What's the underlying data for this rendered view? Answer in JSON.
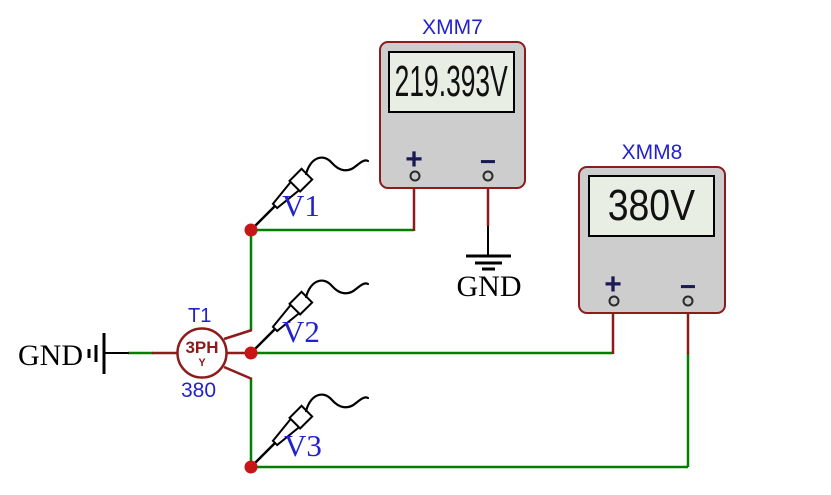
{
  "colors": {
    "wire-green": "#008000",
    "component-maroon": "#8e1b1b",
    "junction-red": "#c81616",
    "label-blue": "#2222cc",
    "terminal-navy": "#1a1a55",
    "instrument-body": "#cdcdcd",
    "display-bg": "#e9eee4"
  },
  "instruments": [
    {
      "label": "XMM7",
      "reading": "219.393V",
      "plus": "+",
      "minus": "−"
    },
    {
      "label": "XMM8",
      "reading": "380V",
      "plus": "+",
      "minus": "−"
    }
  ],
  "source": {
    "refdes": "T1",
    "type": "3PH",
    "config": "Y",
    "value": "380"
  },
  "probes": [
    {
      "label": "V1"
    },
    {
      "label": "V2"
    },
    {
      "label": "V3"
    }
  ],
  "grounds": {
    "left": "GND",
    "bottom": "GND"
  }
}
